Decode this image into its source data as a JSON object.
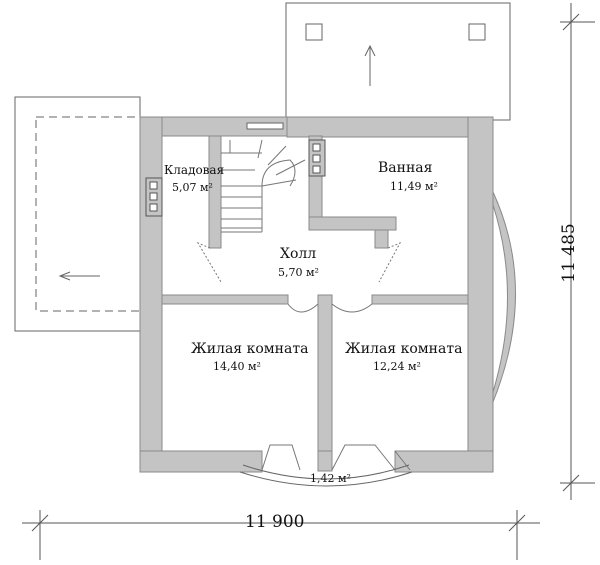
{
  "rooms": {
    "storage": {
      "name": "Кладовая",
      "area": "5,07 м²"
    },
    "bathroom": {
      "name": "Ванная",
      "area": "11,49 м²"
    },
    "hall": {
      "name": "Холл",
      "area": "5,70 м²"
    },
    "living_left": {
      "name": "Жилая комната",
      "area": "14,40 м²"
    },
    "living_right": {
      "name": "Жилая комната",
      "area": "12,24 м²"
    },
    "balcony": {
      "area": "1,42 м²"
    }
  },
  "dimensions": {
    "width": "11 900",
    "height": "11 485"
  },
  "colors": {
    "wall": "#c4c4c4",
    "wall_stroke": "#8a8a8a",
    "line": "#555555"
  }
}
